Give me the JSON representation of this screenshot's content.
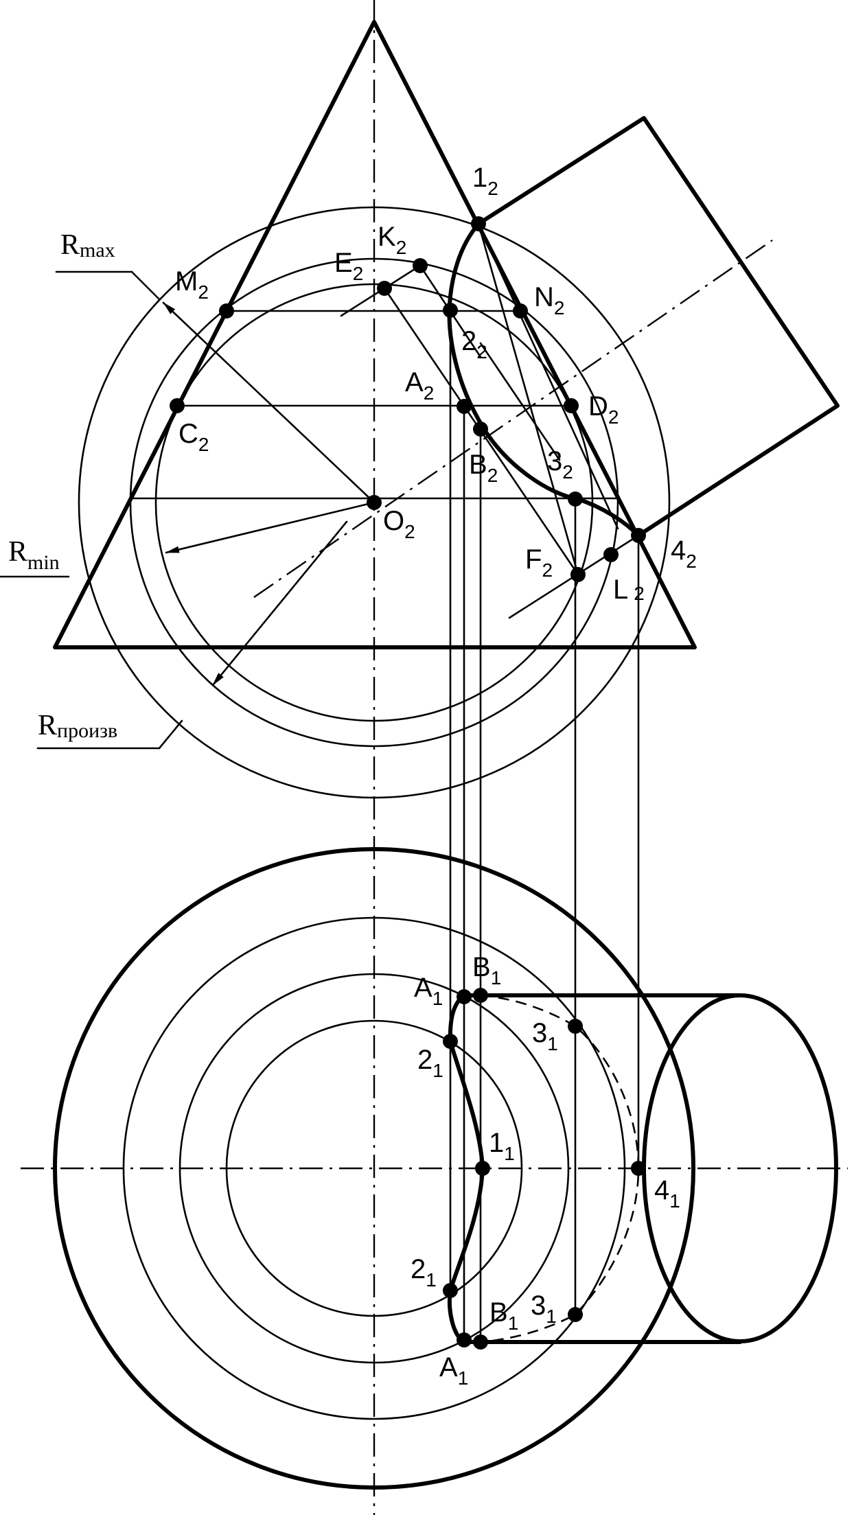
{
  "labels": {
    "p1_2": {
      "main": "1",
      "sub": "2"
    },
    "K2": {
      "main": "K",
      "sub": "2"
    },
    "E2": {
      "main": "E",
      "sub": "2"
    },
    "M2": {
      "main": "M",
      "sub": "2"
    },
    "N2": {
      "main": "N",
      "sub": "2"
    },
    "p2_2": {
      "main": "2",
      "sub": "2"
    },
    "A2": {
      "main": "A",
      "sub": "2"
    },
    "D2": {
      "main": "D",
      "sub": "2"
    },
    "C2": {
      "main": "C",
      "sub": "2"
    },
    "B2": {
      "main": "B",
      "sub": "2"
    },
    "p3_2": {
      "main": "3",
      "sub": "2"
    },
    "O2": {
      "main": "O",
      "sub": "2"
    },
    "p4_2": {
      "main": "4",
      "sub": "2"
    },
    "F2": {
      "main": "F",
      "sub": "2"
    },
    "L2": {
      "main": "L",
      "sub": "2"
    },
    "B1_top": {
      "main": "B",
      "sub": "1"
    },
    "A1_top": {
      "main": "A",
      "sub": "1"
    },
    "p3_1_top": {
      "main": "3",
      "sub": "1"
    },
    "p2_1_top": {
      "main": "2",
      "sub": "1"
    },
    "p1_1": {
      "main": "1",
      "sub": "1"
    },
    "p4_1": {
      "main": "4",
      "sub": "1"
    },
    "p2_1_bot": {
      "main": "2",
      "sub": "1"
    },
    "B1_bot": {
      "main": "B",
      "sub": "1"
    },
    "p3_1_bot": {
      "main": "3",
      "sub": "1"
    },
    "A1_bot": {
      "main": "A",
      "sub": "1"
    }
  },
  "radii": {
    "rmax": {
      "main": "R",
      "sub": "max"
    },
    "rmin": {
      "main": "R",
      "sub": "min"
    },
    "rproizv": {
      "main": "R",
      "sub": "произв"
    }
  }
}
